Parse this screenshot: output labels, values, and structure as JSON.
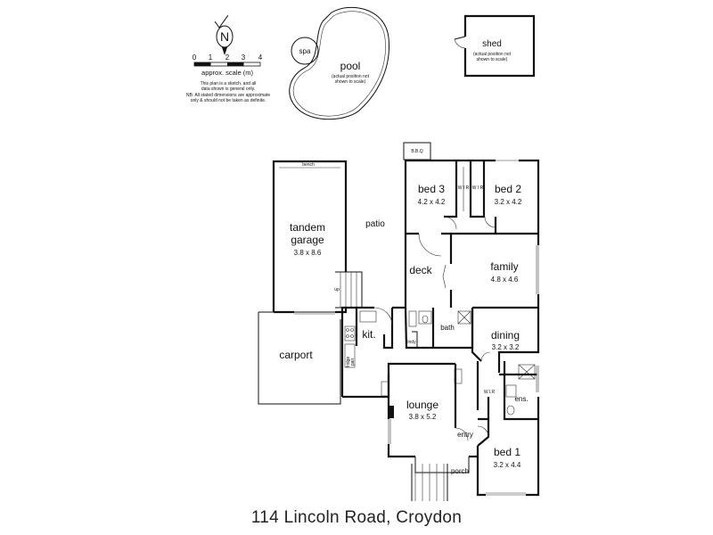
{
  "title": "114 Lincoln Road, Croydon",
  "compass": {
    "letter": "N",
    "icon": "north-arrow-icon"
  },
  "scale": {
    "ticks": [
      "0",
      "1",
      "2",
      "3",
      "4"
    ],
    "label": "approx. scale (m)"
  },
  "notes": [
    "This plan is a sketch, and all",
    "data shown is general only.",
    "NB: All stated dimensions are approximate",
    "only & should not be taken as definite."
  ],
  "outbuildings": {
    "spa": "spa",
    "pool": "pool",
    "pool_note": [
      "(actual position not",
      "shown to scale)"
    ],
    "shed": "shed",
    "shed_note": [
      "(actual position not",
      "shown to scale)"
    ]
  },
  "rooms": {
    "bbq": "B.B.Q",
    "bench": "bench",
    "garage_name_1": "tandem",
    "garage_name_2": "garage",
    "garage_dim": "3.8 x 8.6",
    "patio": "patio",
    "bed3": "bed 3",
    "bed3_dim": "4.2 x 4.2",
    "bed2": "bed 2",
    "bed2_dim": "3.2 x 4.2",
    "wir_a": "W I R",
    "wir_b": "W I R",
    "deck": "deck",
    "family": "family",
    "family_dim": "4.8 x 4.6",
    "up": "up",
    "kit": "kit.",
    "bath": "bath",
    "lndy": "lndy",
    "dining": "dining",
    "dining_dim": "3.2 x 3.2",
    "carport": "carport",
    "fridge": "fridge",
    "pantry": "pan",
    "lounge": "lounge",
    "lounge_dim": "3.8 x 5.2",
    "wir_c": "W.I.R",
    "ens": "ens.",
    "entry": "entry",
    "bed1": "bed 1",
    "bed1_dim": "3.2 x 4.4",
    "porch": "porch"
  }
}
